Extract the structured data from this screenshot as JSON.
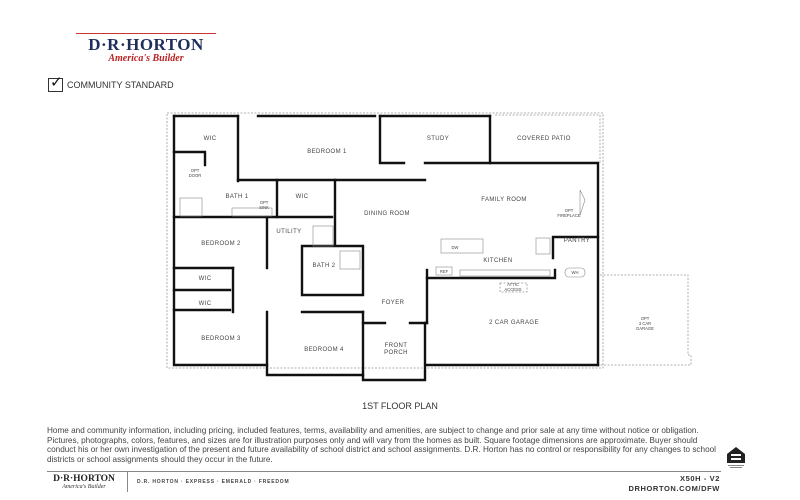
{
  "header": {
    "logo_main": "D·R·HORTON",
    "logo_tagline": "America's Builder",
    "community_standard_label": "COMMUNITY STANDARD"
  },
  "plan": {
    "title": "1ST FLOOR PLAN",
    "rooms": {
      "wic_master": "WIC",
      "bedroom1": "BEDROOM 1",
      "study": "STUDY",
      "covered_patio": "COVERED PATIO",
      "opt_door_1": "OPT",
      "opt_door_2": "DOOR",
      "bath1": "BATH 1",
      "opt_sink_1": "OPT",
      "opt_sink_2": "SINK",
      "wic_bath": "WIC",
      "family_room": "FAMILY ROOM",
      "dining_room": "DINING ROOM",
      "opt_fireplace_1": "OPT",
      "opt_fireplace_2": "FIREPLACE",
      "utility": "UTILITY",
      "bedroom2": "BEDROOM 2",
      "pantry": "PANTRY",
      "dw": "DW",
      "bath2": "BATH 2",
      "kitchen": "KITCHEN",
      "ref": "REF",
      "wh": "WH",
      "wic_bed2": "WIC",
      "attic_access_1": "ATTIC",
      "attic_access_2": "ACCESS",
      "wic_bed3": "WIC",
      "foyer": "FOYER",
      "garage": "2 CAR GARAGE",
      "opt_garage_1": "OPT",
      "opt_garage_2": "3 CAR",
      "opt_garage_3": "GARAGE",
      "bedroom3": "BEDROOM 3",
      "bedroom4": "BEDROOM 4",
      "front_porch_1": "FRONT",
      "front_porch_2": "PORCH"
    }
  },
  "disclaimer": "Home and community information, including pricing, included features, terms, availability and amenities, are subject to change and prior sale at any time without notice or obligation. Pictures, photographs, colors, features, and sizes are for illustration purposes only and will vary from the homes as built.  Square footage dimensions are approximate. Buyer should conduct his or her own investigation of the present and future availability of school district and school assignments.  D.R. Horton has no control or responsibility for any changes to school districts or school assignments should they occur in the future.",
  "footer": {
    "logo_main": "D·R·HORTON",
    "logo_tagline": "America's Builder",
    "brands": "D.R. HORTON · EXPRESS · EMERALD · FREEDOM",
    "plan_code": "X50H - V2",
    "website": "DRHORTON.COM/DFW"
  },
  "icons": {
    "checkbox": "checkmark-box-icon",
    "equal_housing": "equal-housing-opportunity-icon"
  }
}
